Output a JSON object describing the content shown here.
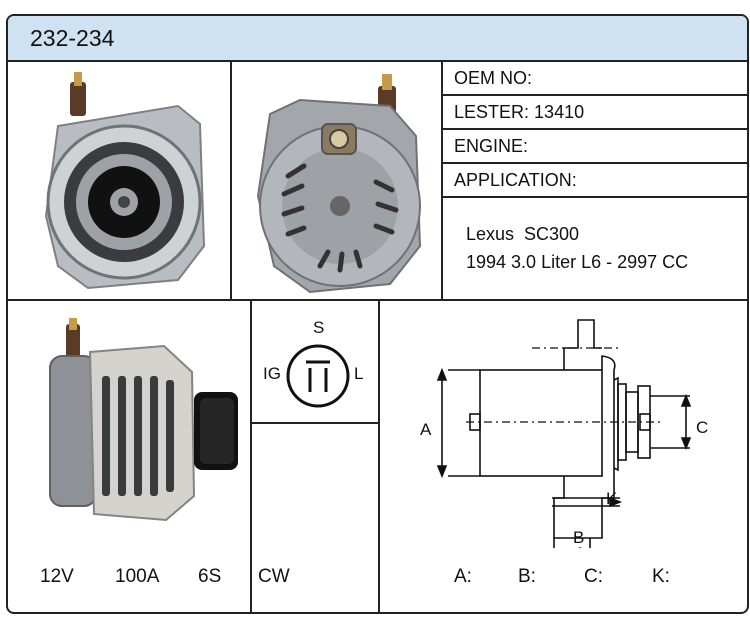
{
  "part_number": "232-234",
  "info_table": {
    "oem_label": "OEM NO:",
    "lester_label": "LESTER:",
    "lester_value": "13410",
    "engine_label": "ENGINE:",
    "application_label": "APPLICATION:"
  },
  "application": {
    "line1": "Lexus  SC300",
    "line2": "1994 3.0 Liter L6 - 2997 CC"
  },
  "connector": {
    "top_label": "S",
    "left_label": "IG",
    "right_label": "L"
  },
  "specs": {
    "voltage": "12V",
    "amperage": "100A",
    "pulley": "6S",
    "rotation": "CW"
  },
  "dimensions": {
    "a_label": "A:",
    "b_label": "B:",
    "c_label": "C:",
    "k_label": "K:",
    "diagram_a": "A",
    "diagram_b": "B",
    "diagram_c": "C",
    "diagram_k": "K"
  }
}
